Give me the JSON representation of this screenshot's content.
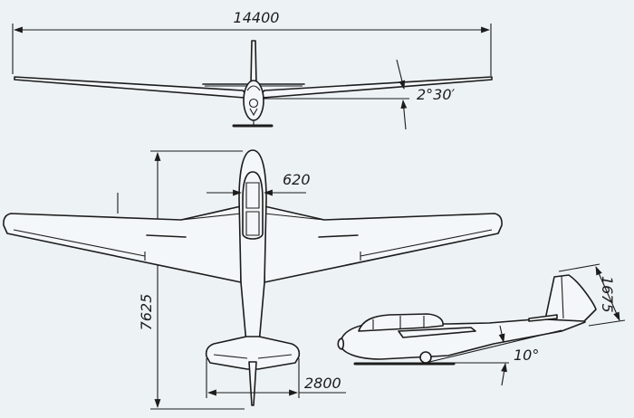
{
  "dimensions": {
    "wingspan": "14400",
    "dihedral": "2°30′",
    "cockpit_width": "620",
    "fuselage_length": "7625",
    "tail_span": "2800",
    "tail_height": "1675",
    "ground_angle": "10°"
  },
  "colors": {
    "paper": "#edf2f5",
    "ink": "#1c1c1c"
  }
}
